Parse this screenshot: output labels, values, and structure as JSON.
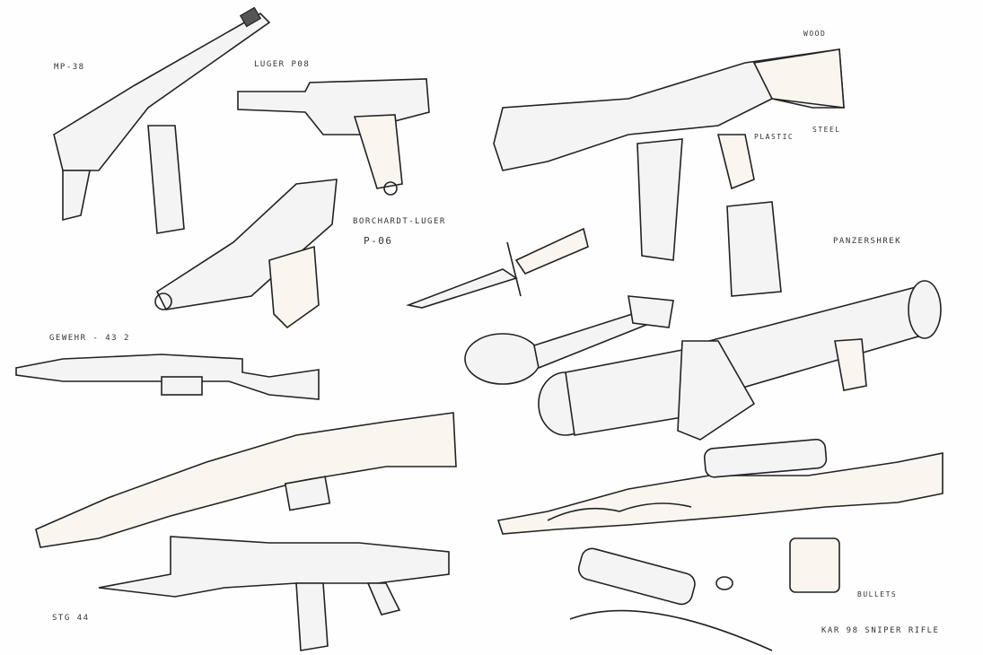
{
  "labels": {
    "mp38": "MP-38",
    "luger_p08": "LUGER P08",
    "borchardt_luger": "BORCHARDT-LUGER",
    "p06": "P-06",
    "gewehr": "GEWEHR - 43 2",
    "stg44": "STG 44",
    "wood": "WOOD",
    "plastic": "PLASTIC",
    "steel": "STEEL",
    "panzershrek": "PANZERSHREK",
    "bullets": "BULLETS",
    "kar98": "KAR 98 SNIPER RIFLE"
  },
  "colors": {
    "paper": "#fefefe",
    "pencil": "#222222"
  }
}
